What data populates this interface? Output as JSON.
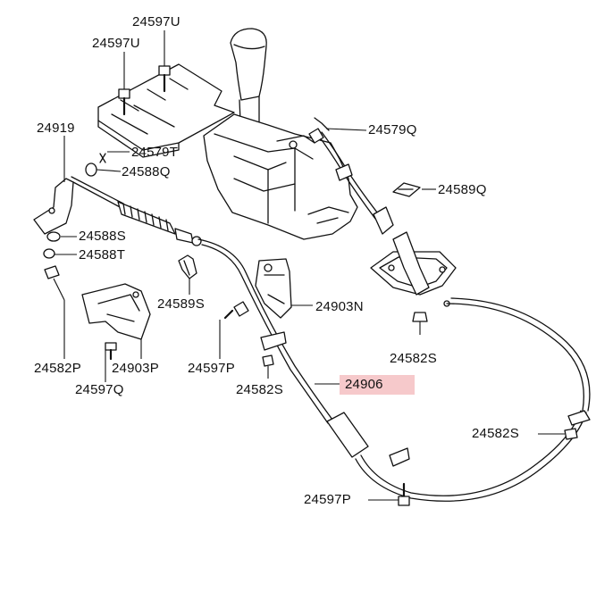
{
  "diagram": {
    "labels": {
      "24597U_a": "24597U",
      "24597U_b": "24597U",
      "24919": "24919",
      "24579T": "24579T",
      "24588Q": "24588Q",
      "24579Q": "24579Q",
      "24589Q": "24589Q",
      "24588S_a": "24588S",
      "24588T": "24588T",
      "24589S": "24589S",
      "24903N": "24903N",
      "24582S_a": "24582S",
      "24582P": "24582P",
      "24903P": "24903P",
      "24597P_a": "24597P",
      "24597Q": "24597Q",
      "24582S_b": "24582S",
      "24906": "24906",
      "24582S_c": "24582S",
      "24597P_b": "24597P"
    },
    "highlight_color": "#f6c9cb",
    "highlighted_part": "24906"
  }
}
